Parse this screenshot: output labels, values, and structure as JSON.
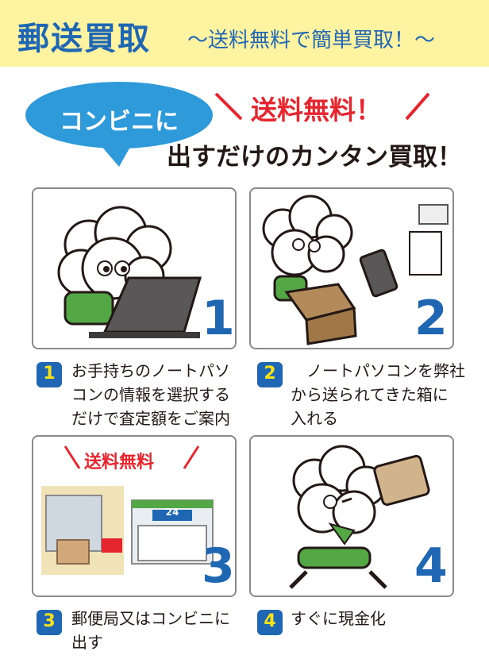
{
  "header": {
    "title": "郵送買取",
    "subtitle": "〜送料無料で簡単買取！〜"
  },
  "hero": {
    "bubble": "コンビニに",
    "free": "送料無料！",
    "tagline": "出すだけのカンタン買取！"
  },
  "panels": [
    {
      "num": "1"
    },
    {
      "num": "2"
    },
    {
      "num": "3",
      "free": "送料無料"
    },
    {
      "num": "4",
      "sign": "24"
    }
  ],
  "steps": [
    {
      "num": "1",
      "text": "お手持ちのノートパソ\nコンの情報を選択する\nだけで査定額をご案内"
    },
    {
      "num": "2",
      "text": "　ノートパソコンを弊社\nから送られてきた箱に\n入れる"
    },
    {
      "num": "3",
      "text": "郵便局又はコンビニに\n出す"
    },
    {
      "num": "4",
      "text": "すぐに現金化"
    }
  ],
  "colors": {
    "blue": "#1f66b3",
    "red": "#e6262e",
    "yellow": "#fdf3a0",
    "bubble": "#2e9ad9",
    "green": "#53a845"
  }
}
